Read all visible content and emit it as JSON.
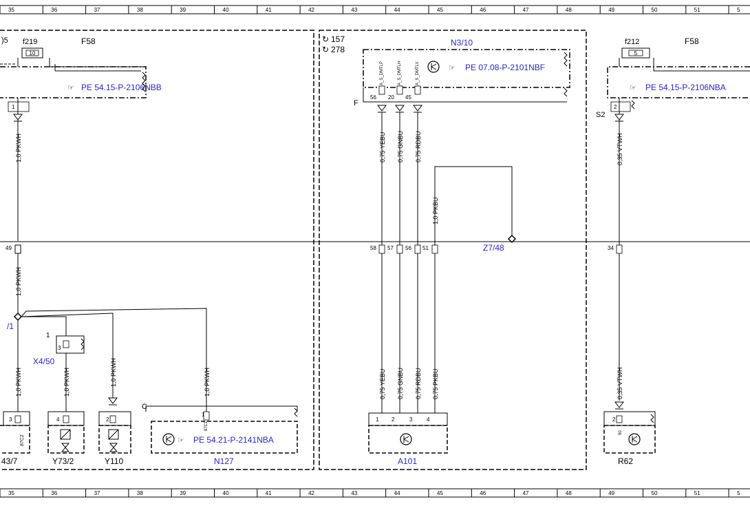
{
  "ruler": {
    "top": [
      "35",
      "36",
      "37",
      "38",
      "39",
      "40",
      "41",
      "42",
      "43",
      "44",
      "45",
      "46",
      "47",
      "48",
      "49",
      "50",
      "51",
      "5"
    ],
    "bottom": [
      "35",
      "36",
      "37",
      "38",
      "39",
      "40",
      "41",
      "42",
      "43",
      "44",
      "45",
      "46",
      "47",
      "48",
      "49",
      "50",
      "51",
      "5"
    ]
  },
  "left_panel": {
    "corner_label": ")5",
    "fuse_id": "f219",
    "fuse_value": "10",
    "fuse_block": "F58",
    "pe_ref": "PE 54.15-P-2106NBB",
    "pin_1": "1",
    "wire_upper": "1,0 PKWH",
    "connector_pin": "49",
    "wire_mid": "1,0 PKWH",
    "splice_label": "/1",
    "x4_pin1": "1",
    "x4_pin3": "3",
    "x4_label": "X4/50",
    "wire_c1": "1,0 PKWH",
    "wire_c2": "1,0 PKWH",
    "wire_c3": "1,0 PKWH",
    "wire_c4": "1,0 PKWH",
    "c1_pin": "3",
    "c1_sub": "87C2",
    "c1_label": "43/7",
    "y73_pin": "4",
    "y73_label": "Y73/2",
    "y110_pin": "2",
    "y110_label": "Y110",
    "c_label": "C",
    "n127_pin": "1",
    "n127_sub": "87C1",
    "n127_pe": "PE 54.21-P-2141NBA",
    "n127_label": "N127"
  },
  "center_panel": {
    "ref_157": "157",
    "ref_278": "278",
    "module": "N3/10",
    "pe_ref": "PE 07.08-P-2101NBF",
    "pins_top": [
      "56",
      "20",
      "45"
    ],
    "signals": [
      "A_S_DMTLP",
      "A_S_DMTLH",
      "A_S_DMTLV"
    ],
    "f_label": "F",
    "wires_upper": [
      "0,75 YEBU",
      "0,75 GNBU",
      "0,75 RDBU"
    ],
    "wire_pk": "1,0 PKBU",
    "conn_pins": [
      "58",
      "57",
      "56",
      "51"
    ],
    "z_label": "Z7/48",
    "wires_lower": [
      "0,75 YEBU",
      "0,75 GNBU",
      "0,75 RDBU",
      "0,75 PKBU"
    ],
    "a101_pins": [
      "1",
      "2",
      "3",
      "4"
    ],
    "a101_label": "A101"
  },
  "right_panel": {
    "fuse_id": "f212",
    "fuse_value": "5",
    "fuse_block": "F58",
    "pe_ref": "PE 54.15-P-2106NBA",
    "pin_2": "2",
    "s2_label": "S2",
    "wire_upper": "0,35 VTWH",
    "connector_pin": "34",
    "wire_lower": "0,35 VTWH",
    "r62_pin": "2",
    "r62_sub": "50",
    "r62_label": "R62"
  }
}
